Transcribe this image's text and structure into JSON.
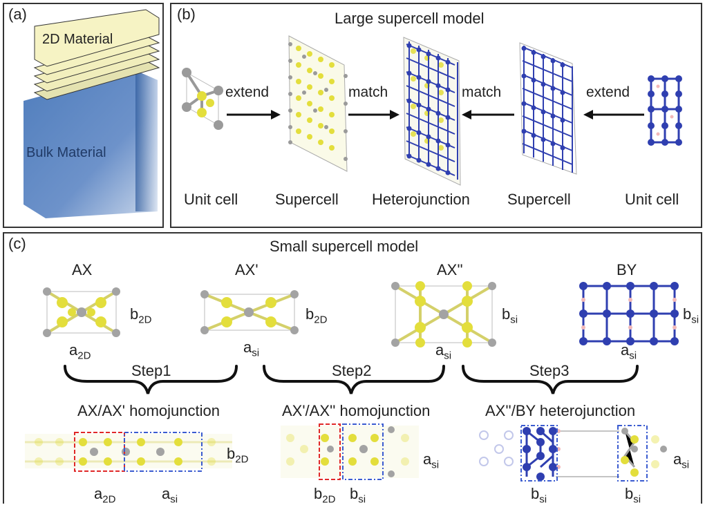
{
  "panel_a": {
    "label": "(a)",
    "top_layer": "2D Material",
    "bottom_block": "Bulk Material"
  },
  "panel_b": {
    "label": "(b)",
    "title": "Large supercell model",
    "arrow_extend_left": "extend",
    "arrow_match_left": "match",
    "arrow_match_right": "match",
    "arrow_extend_right": "extend",
    "captions": [
      "Unit cell",
      "Supercell",
      "Heterojunction",
      "Supercell",
      "Unit cell"
    ]
  },
  "panel_c": {
    "label": "(c)",
    "title": "Small supercell model",
    "cells": [
      {
        "name": "AX",
        "a": "a",
        "a_sub": "2D",
        "b": "b",
        "b_sub": "2D"
      },
      {
        "name": "AX'",
        "a": "a",
        "a_sub": "si",
        "b": "b",
        "b_sub": "2D"
      },
      {
        "name": "AX''",
        "a": "a",
        "a_sub": "si",
        "b": "b",
        "b_sub": "si"
      },
      {
        "name": "BY",
        "a": "a",
        "a_sub": "si",
        "b": "b",
        "b_sub": "si"
      }
    ],
    "steps": [
      "Step1",
      "Step2",
      "Step3"
    ],
    "junctions": [
      {
        "title": "AX/AX' homojunction",
        "right": "b",
        "right_sub": "2D",
        "bottom1": "a",
        "bottom1_sub": "2D",
        "bottom2": "a",
        "bottom2_sub": "si"
      },
      {
        "title": "AX'/AX'' homojunction",
        "right": "a",
        "right_sub": "si",
        "bottom1": "b",
        "bottom1_sub": "2D",
        "bottom2": "b",
        "bottom2_sub": "si"
      },
      {
        "title": "AX''/BY heterojunction",
        "right": "a",
        "right_sub": "si",
        "bottom1": "b",
        "bottom1_sub": "si",
        "bottom2": "b",
        "bottom2_sub": "si"
      }
    ]
  },
  "colors": {
    "yellow_atom": "#e6e14a",
    "grey_atom": "#a3a3a3",
    "blue_atom": "#2f3fb0",
    "red_box": "#e02828",
    "blue_box": "#3a5bd0",
    "material_2d": "#f2efb8",
    "bulk": "#3c6fb5"
  }
}
